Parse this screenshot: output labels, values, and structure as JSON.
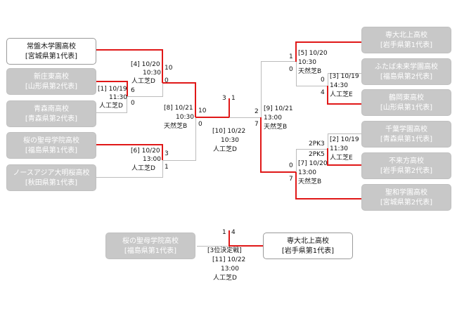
{
  "teams": {
    "l1": {
      "name": "常盤木学園高校",
      "pref": "[宮城県第1代表]"
    },
    "l2": {
      "name": "新庄東高校",
      "pref": "[山形県第2代表]"
    },
    "l3": {
      "name": "青森南高校",
      "pref": "[青森県第2代表]"
    },
    "l4": {
      "name": "桜の聖母学院高校",
      "pref": "[福島県第1代表]"
    },
    "l5": {
      "name": "ノースアジア大明桜高校",
      "pref": "[秋田県第1代表]"
    },
    "r1": {
      "name": "専大北上高校",
      "pref": "[岩手県第1代表]"
    },
    "r2": {
      "name": "ふたば未来学園高校",
      "pref": "[福島県第2代表]"
    },
    "r3": {
      "name": "鶴岡東高校",
      "pref": "[山形県第1代表]"
    },
    "r4": {
      "name": "千葉学園高校",
      "pref": "[青森県第1代表]"
    },
    "r5": {
      "name": "不来方高校",
      "pref": "[岩手県第2代表]"
    },
    "r6": {
      "name": "聖和学園高校",
      "pref": "[宮城県第2代表]"
    },
    "t1": {
      "name": "桜の聖母学院高校",
      "pref": "[福島県第1代表]"
    },
    "t2": {
      "name": "専大北上高校",
      "pref": "[岩手県第1代表]"
    }
  },
  "matches": {
    "m1": {
      "info": [
        "[1] 10/19",
        "11:30",
        "人工芝D"
      ],
      "score_top": "6",
      "score_bottom": "0"
    },
    "m2": {
      "info": [
        "[2] 10/19",
        "11:30",
        "人工芝E"
      ],
      "score_top": "2PK3",
      "score_bottom": "2PK5"
    },
    "m3": {
      "info": [
        "[3] 10/19",
        "14:30",
        "人工芝E"
      ],
      "score_top": "0",
      "score_bottom": "4"
    },
    "m4": {
      "info": [
        "[4] 10/20",
        "10:30",
        "人工芝D"
      ],
      "score_top": "10",
      "score_bottom": "0"
    },
    "m5": {
      "info": [
        "[5] 10/20",
        "10:30",
        "天然芝B"
      ],
      "score_top": "1",
      "score_bottom": "0"
    },
    "m6": {
      "info": [
        "[6] 10/20",
        "13:00",
        "人工芝D"
      ],
      "score_top": "3",
      "score_bottom": "1"
    },
    "m7": {
      "info": [
        "[7] 10/20",
        "13:00",
        "天然芝B"
      ],
      "score_top": "0",
      "score_bottom": "7"
    },
    "m8": {
      "info": [
        "[8] 10/21",
        "10:30",
        "天然芝B"
      ],
      "score_top": "10",
      "score_bottom": "0"
    },
    "m9": {
      "info": [
        "[9] 10/21",
        "13:00",
        "天然芝B"
      ],
      "score_top": "2",
      "score_bottom": "7"
    },
    "m10": {
      "info": [
        "[10] 10/22",
        "10:30",
        "人工芝D"
      ],
      "score_left": "3",
      "score_right": "1"
    },
    "m11": {
      "title": "[3位決定戦]",
      "info": [
        "[11] 10/22",
        "13:00",
        "人工芝D"
      ],
      "score_left": "1",
      "score_right": "4"
    }
  }
}
